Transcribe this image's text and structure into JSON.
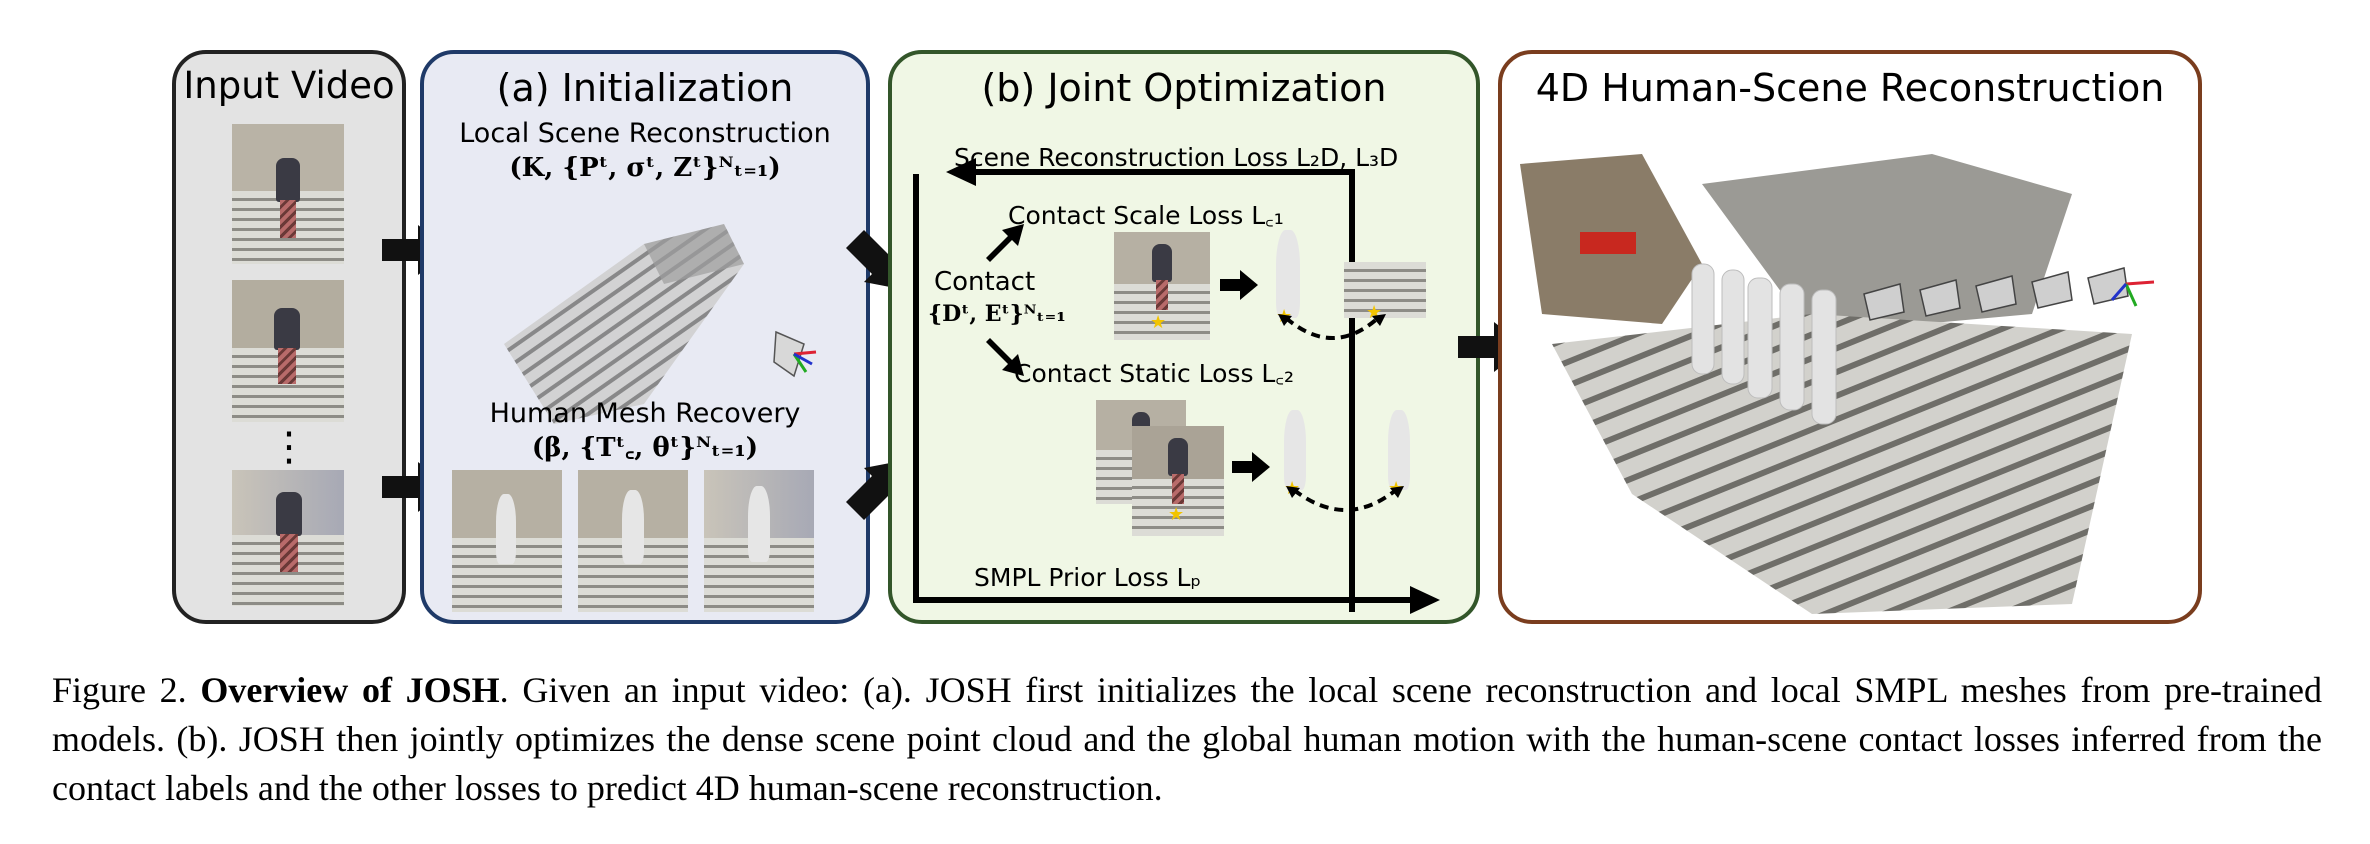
{
  "panels": {
    "input": {
      "title": "Input Video",
      "ellipsis": "⋮",
      "border_color": "#222222",
      "bg_color": "#e3e3e3"
    },
    "initialization": {
      "title": "(a) Initialization",
      "scene_label": "Local Scene Reconstruction",
      "scene_math": "(K, {Pᵗ, σᵗ, Zᵗ}ᴺₜ₌₁)",
      "mesh_label": "Human Mesh Recovery",
      "mesh_math": "(β, {Tᵗ꜀, θᵗ}ᴺₜ₌₁)",
      "border_color": "#1f3a68",
      "bg_color": "#e8eaf3"
    },
    "joint_optimization": {
      "title": "(b) Joint Optimization",
      "scene_loss": "Scene Reconstruction Loss L₂D, L₃D",
      "contact_label": "Contact",
      "contact_math": "{Dᵗ, Eᵗ}ᴺₜ₌₁",
      "scale_loss": "Contact Scale Loss L꜀₁",
      "static_loss": "Contact Static Loss L꜀₂",
      "prior_loss": "SMPL Prior Loss Lₚ",
      "border_color": "#33562a",
      "bg_color": "#f0f7e5"
    },
    "reconstruction": {
      "title": "4D Human-Scene Reconstruction",
      "border_color": "#7a3d1e",
      "bg_color": "#ffffff"
    }
  },
  "caption": {
    "prefix": "Figure 2. ",
    "bold": "Overview of JOSH",
    "text": ". Given an input video: (a). JOSH first initializes the local scene reconstruction and local SMPL meshes from pre-trained models. (b). JOSH then jointly optimizes the dense scene point cloud and the global human motion with the human-scene contact losses inferred from the contact labels and the other losses to predict 4D human-scene reconstruction."
  }
}
